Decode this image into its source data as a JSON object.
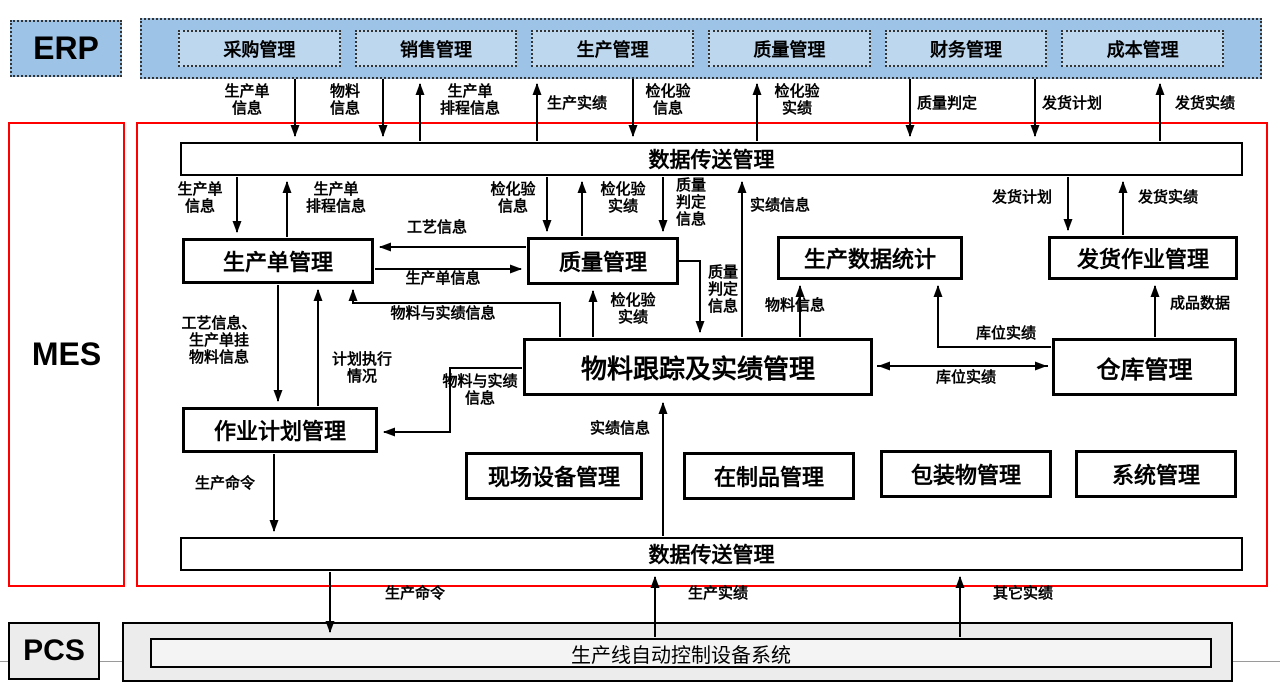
{
  "erp": {
    "label": "ERP",
    "modules": [
      "采购管理",
      "销售管理",
      "生产管理",
      "质量管理",
      "财务管理",
      "成本管理"
    ]
  },
  "erp_mes_flows": {
    "order_info": "生产单\n信息",
    "material_info": "物料\n信息",
    "order_schedule": "生产单\n排程信息",
    "prod_result": "生产实绩",
    "inspection_info": "检化验\n信息",
    "inspection_result": "检化验\n实绩",
    "quality_judgement": "质量判定",
    "ship_plan": "发货计划",
    "ship_result": "发货实绩"
  },
  "mes": {
    "label": "MES",
    "top_bus": "数据传送管理",
    "bottom_bus": "数据传送管理",
    "modules": {
      "production_order": "生产单管理",
      "quality": "质量管理",
      "production_stats": "生产数据统计",
      "shipping": "发货作业管理",
      "material_tracking": "物料跟踪及实绩管理",
      "warehouse": "仓库管理",
      "job_planning": "作业计划管理",
      "field_equipment": "现场设备管理",
      "wip": "在制品管理",
      "packaging": "包装物管理",
      "system": "系统管理"
    },
    "flows": {
      "bus_order_info": "生产单\n信息",
      "bus_order_schedule": "生产单\n排程信息",
      "process_info": "工艺信息",
      "bus_inspection_info": "检化验\n信息",
      "bus_inspection_result": "检化验\n实绩",
      "bus_quality_judge_info": "质量\n判定\n信息",
      "bus_result_info": "实绩信息",
      "bus_ship_plan": "发货计划",
      "bus_ship_result": "发货实绩",
      "order_info_to_quality": "生产单信息",
      "material_result_to_order": "物料与实绩信息",
      "inspection_result_mid": "检化验\n实绩",
      "quality_judge_info_mid": "质量\n判定\n信息",
      "material_info_mid": "物料信息",
      "stock_result_up": "库位实绩",
      "stock_result_lr": "库位实绩",
      "finished_product_data": "成品数据",
      "process_order_material": "工艺信息、\n生产单挂\n物料信息",
      "plan_execution": "计划执行\n情况",
      "material_result_to_plan": "物料与实绩\n信息",
      "result_info_bottom": "实绩信息",
      "prod_command_inner": "生产命令"
    }
  },
  "mes_pcs_flows": {
    "prod_command": "生产命令",
    "prod_result": "生产实绩",
    "other_result": "其它实绩"
  },
  "pcs": {
    "label": "PCS",
    "system": "生产线自动控制设备系统"
  },
  "colors": {
    "erp_fill": "#9dc3e6",
    "erp_module_fill": "#bdd7ee",
    "mes_border": "#ff0000",
    "pcs_fill": "#ececec",
    "line": "#000000"
  }
}
